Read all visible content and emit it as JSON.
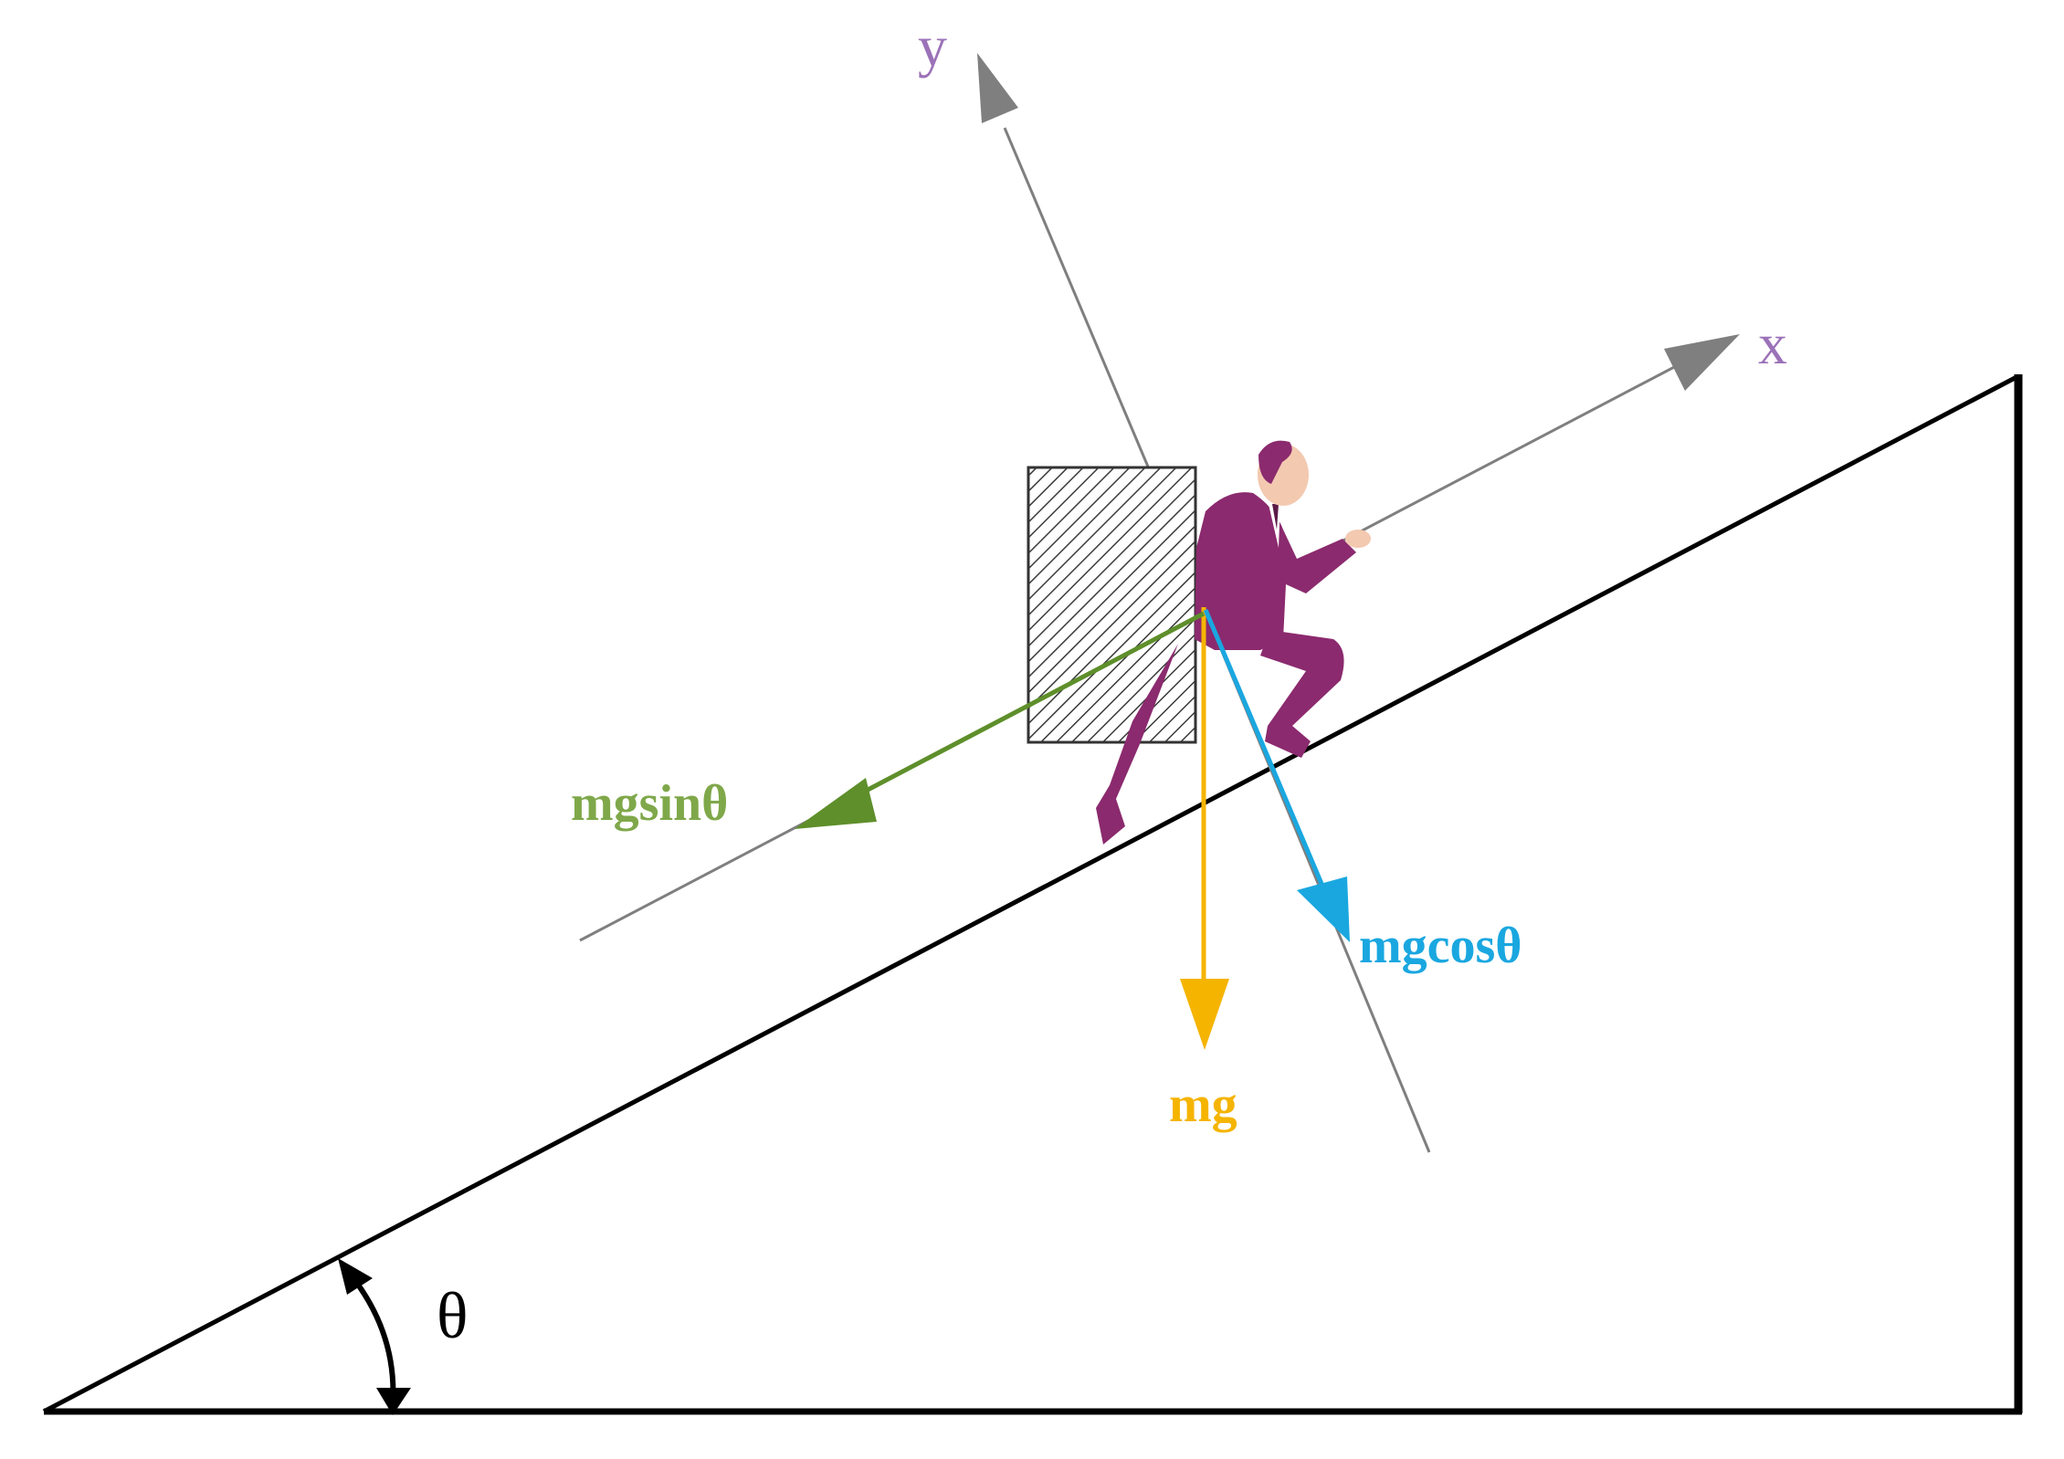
{
  "labels": {
    "axis_y": "y",
    "axis_x": "x",
    "force_parallel": "mgsinθ",
    "force_perpendicular": "mgcosθ",
    "force_weight": "mg",
    "angle": "θ"
  },
  "colors": {
    "axis": "#7f7f7f",
    "axis_label": "#9b72b8",
    "force_parallel": "#5e8f2b",
    "force_parallel_label": "#7fa84a",
    "force_perpendicular": "#1aa7e0",
    "force_weight": "#f5b400",
    "incline": "#000000",
    "person_suit": "#8b2a6e",
    "person_skin": "#f3c9b0"
  }
}
